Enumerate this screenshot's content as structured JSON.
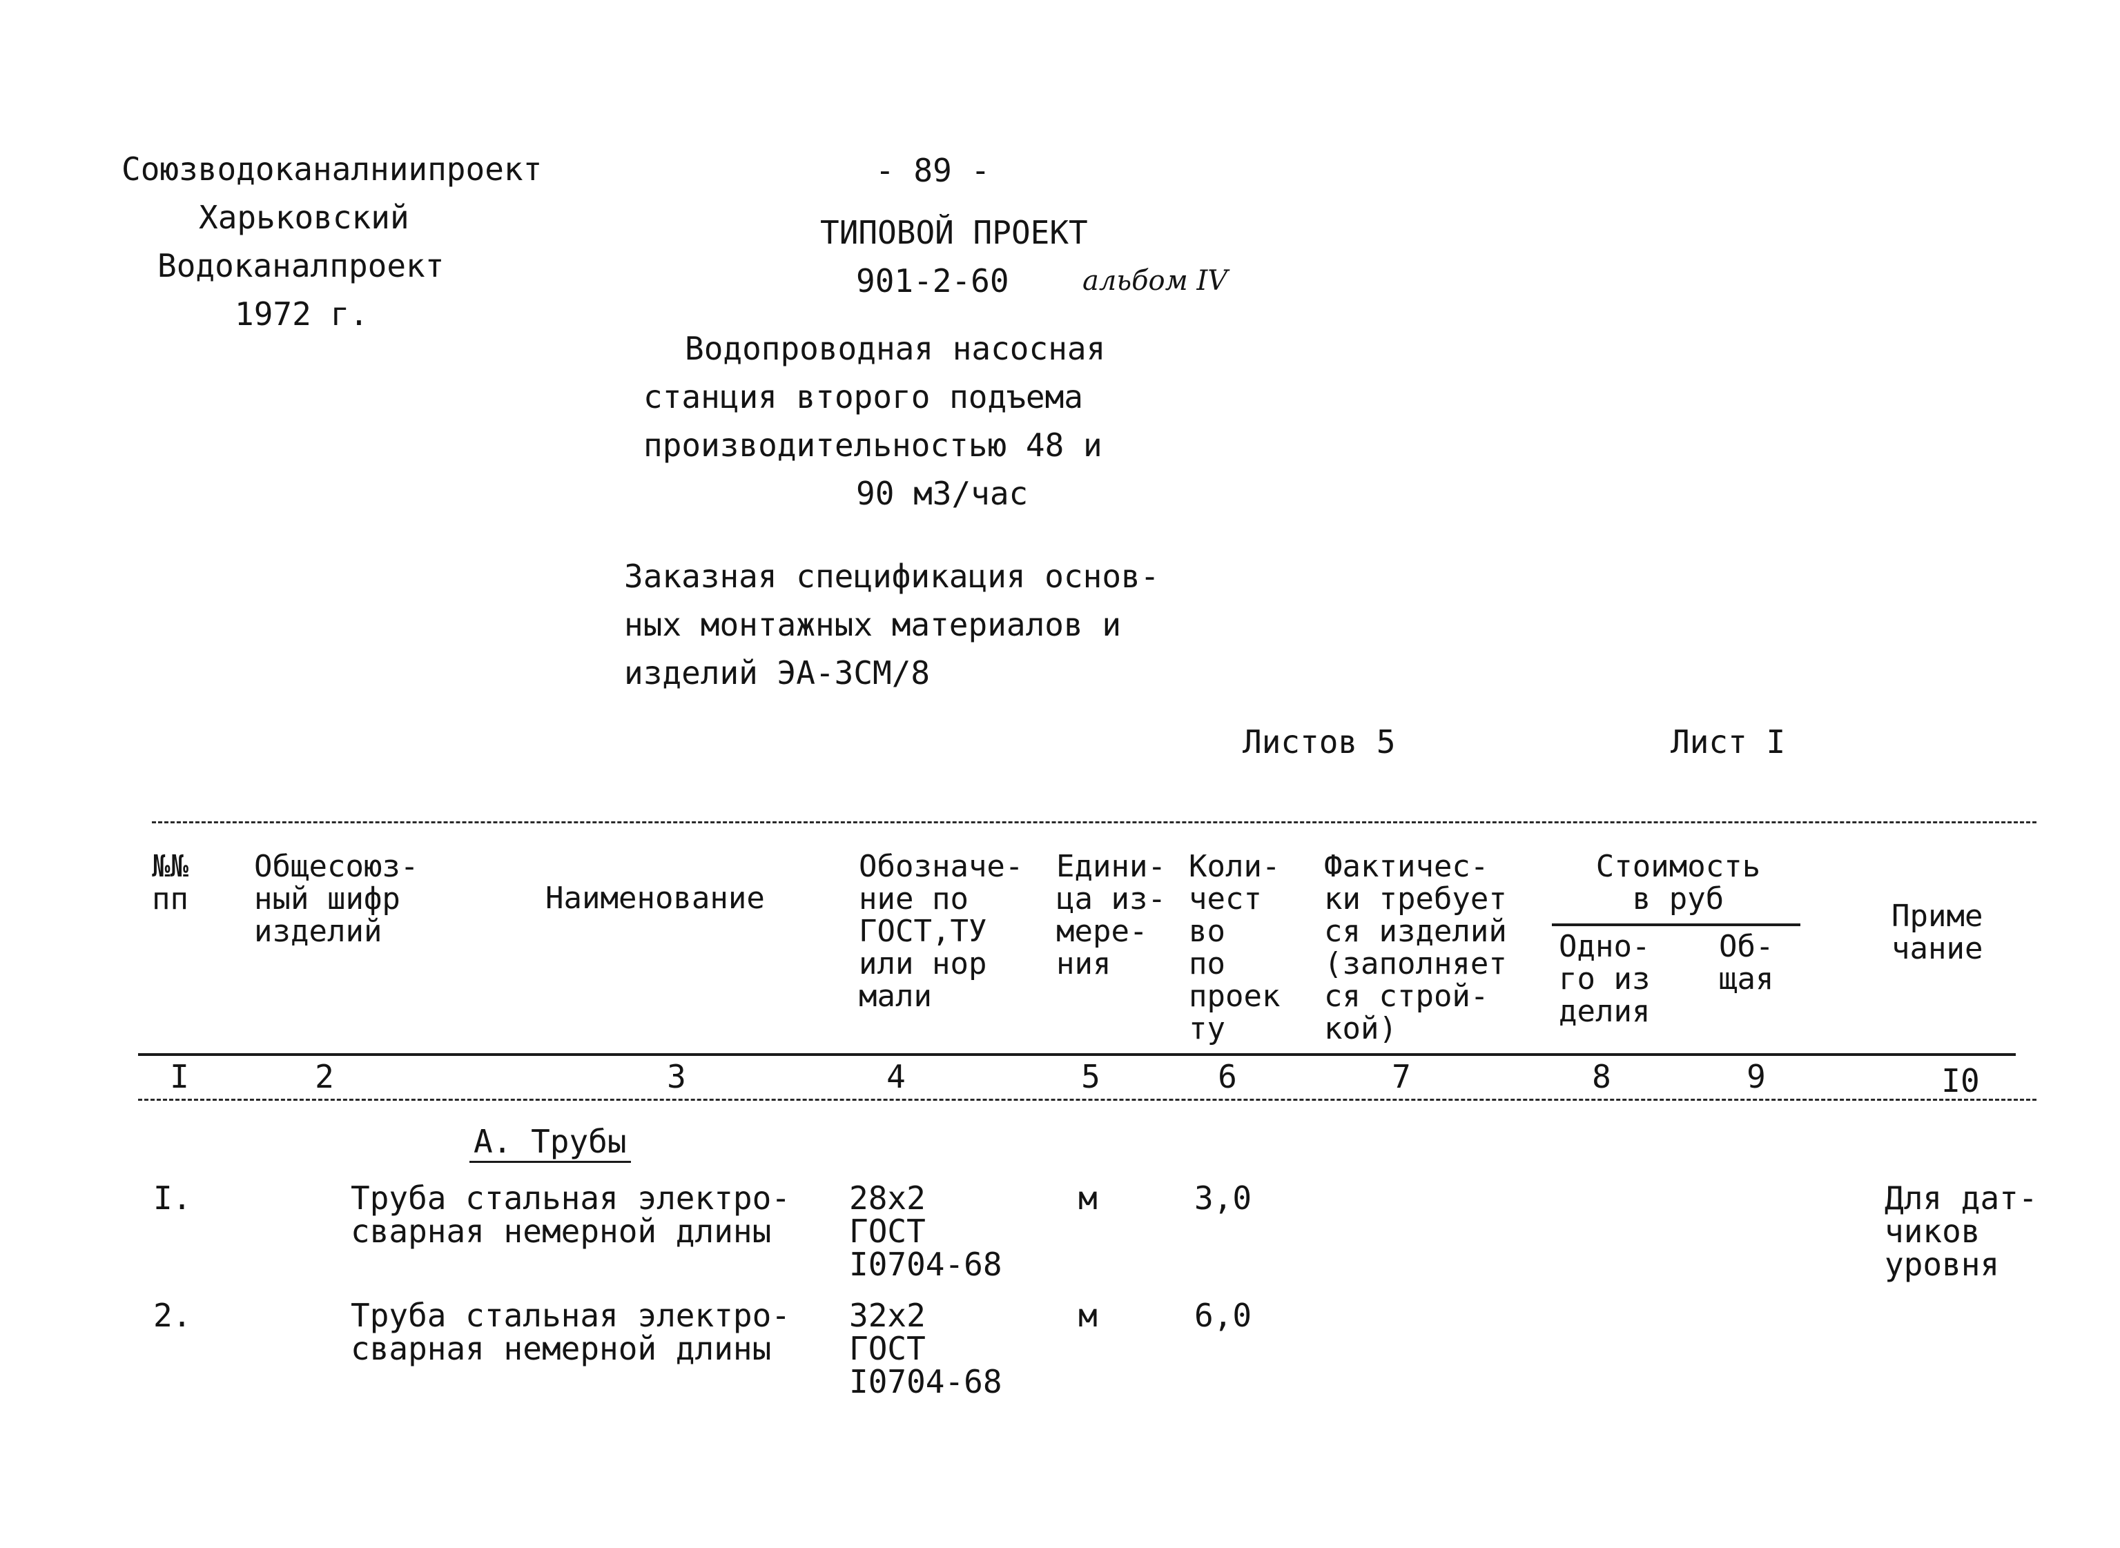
{
  "org": {
    "line1": "Союзводоканалниипроект",
    "line2": "Харьковский",
    "line3": "Водоканалпроект",
    "year": "1972 г."
  },
  "page_number": "- 89 -",
  "project": {
    "title": "ТИПОВОЙ ПРОЕКТ",
    "code": "901-2-60",
    "album": "альбом IV",
    "desc_lines": [
      "Водопроводная насосная",
      "станция второго подъема",
      "производительностью 48 и",
      "90 м3/час"
    ],
    "spec_lines": [
      "Заказная спецификация основ-",
      "ных монтажных материалов и",
      "изделий ЭА-3СМ/8"
    ]
  },
  "sheets": {
    "total_label": "Листов 5",
    "current_label": "Лист I"
  },
  "table": {
    "headers": {
      "num": "№№\nпп",
      "code": "Общесоюз-\nный шифр\nизделий",
      "name": "Наименование",
      "designation": "Обозначе-\nние по\nГОСТ,ТУ\nили нор\nмали",
      "unit": "Едини-\nца из-\nмере-\nния",
      "qty": "Коли-\nчест\nво\nпо\nпроек\nту",
      "actual": "Фактичес-\nки требует\nся изделий\n(заполняет\nся строй-\nкой)",
      "cost": "Стоимость\nв руб",
      "cost_unit": "Одно-\nго из\nделия",
      "cost_total": "Об-\nщая",
      "note": "Приме\nчание"
    },
    "col_numbers": [
      "I",
      "2",
      "3",
      "4",
      "5",
      "6",
      "7",
      "8",
      "9",
      "I0"
    ],
    "section": "А. Трубы",
    "rows": [
      {
        "num": "I.",
        "name": "Труба стальная электро-\nсварная немерной длины",
        "designation": "28x2\nГОСТ\nI0704-68",
        "unit": "м",
        "qty": "3,0",
        "note": "Для дат-\nчиков\nуровня"
      },
      {
        "num": "2.",
        "name": "Труба стальная электро-\nсварная немерной длины",
        "designation": "32x2\nГОСТ\nI0704-68",
        "unit": "м",
        "qty": "6,0",
        "note": ""
      }
    ]
  }
}
